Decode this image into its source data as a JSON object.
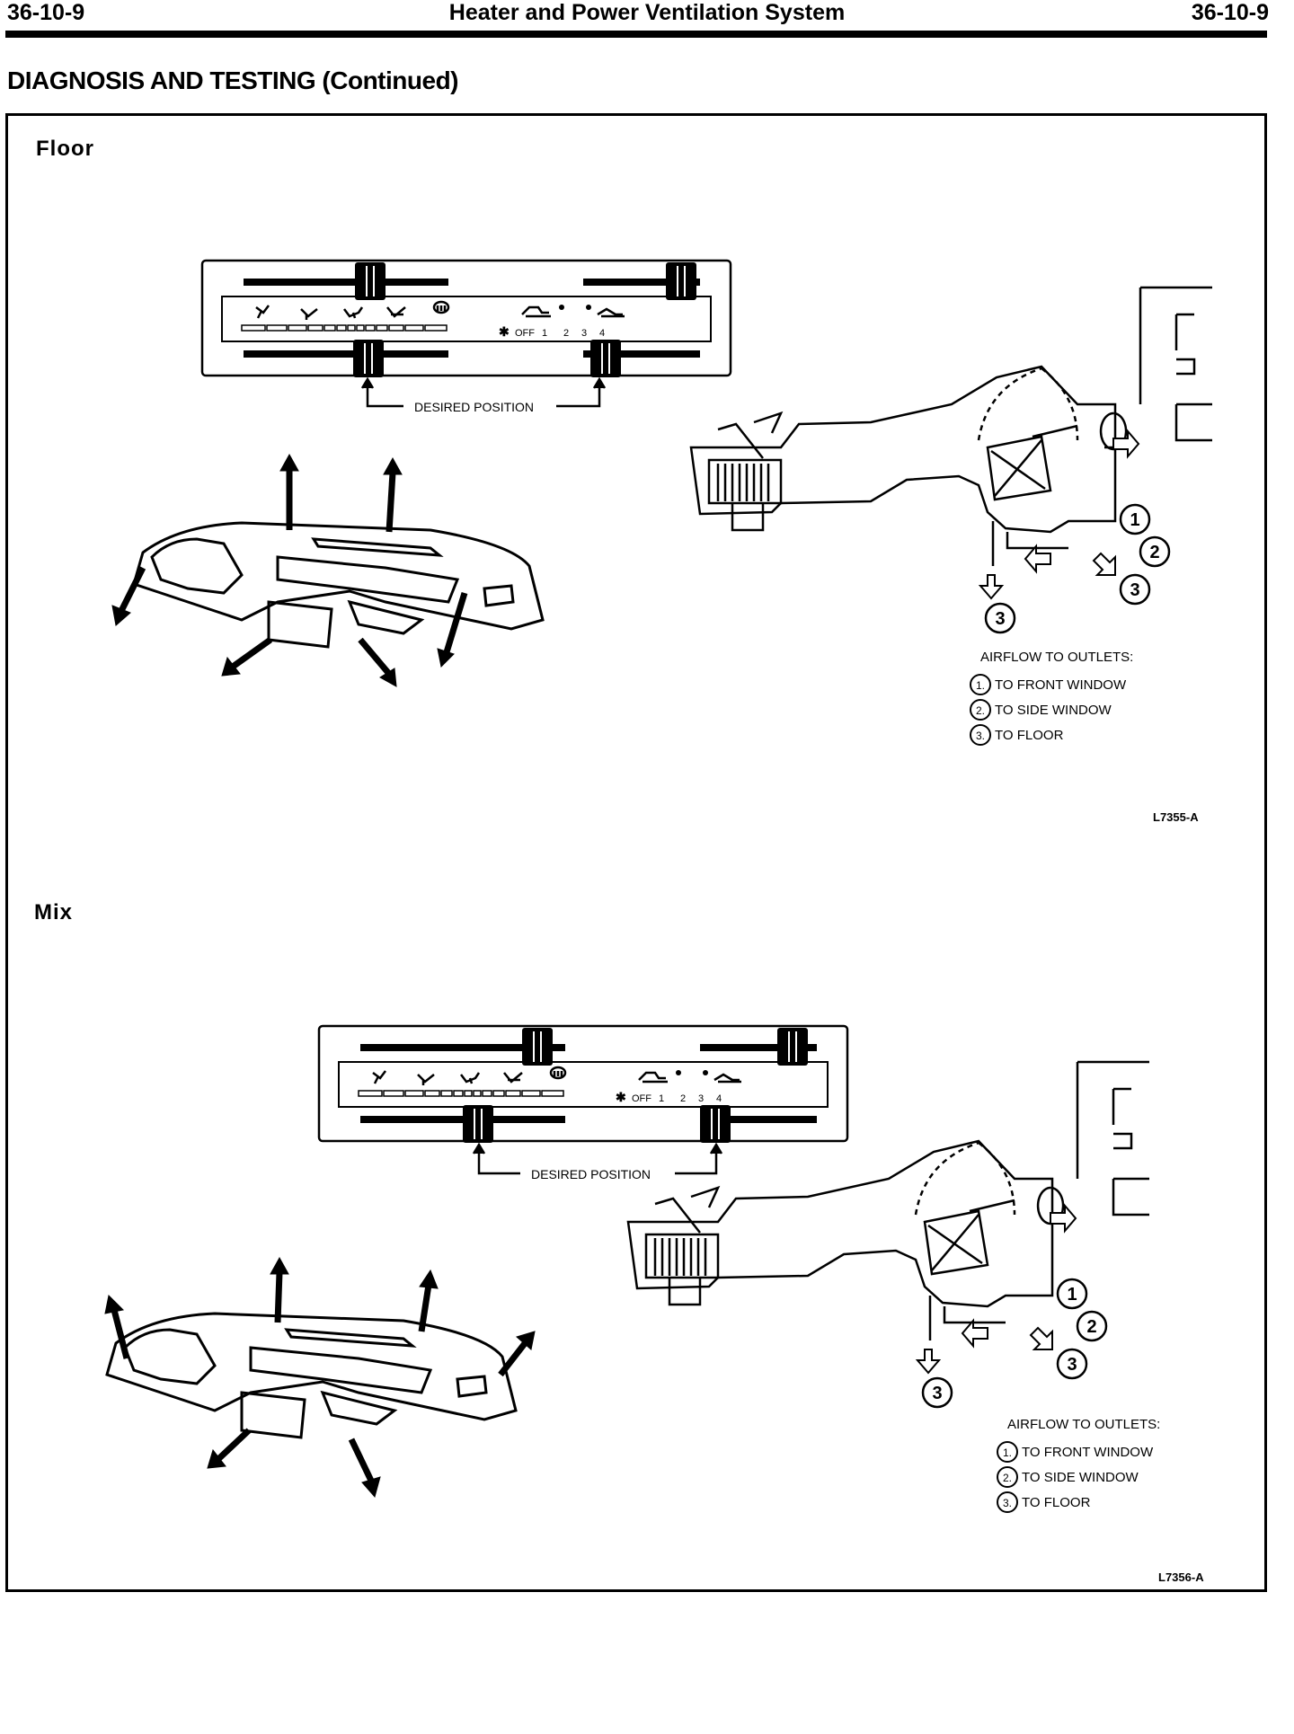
{
  "header": {
    "page_number_left": "36-10-9",
    "title": "Heater and Power Ventilation System",
    "page_number_right": "36-10-9"
  },
  "section_title": "DIAGNOSIS AND TESTING (Continued)",
  "panels": [
    {
      "label": "Floor",
      "desired_position_label": "DESIRED POSITION",
      "fan_labels": [
        "OFF",
        "1",
        "2",
        "3",
        "4"
      ],
      "airflow_title": "AIRFLOW TO OUTLETS:",
      "airflow_items": [
        {
          "num": "1.",
          "text": "TO FRONT WINDOW"
        },
        {
          "num": "2.",
          "text": "TO SIDE WINDOW"
        },
        {
          "num": "3.",
          "text": "TO  FLOOR"
        }
      ],
      "callouts": [
        "1",
        "2",
        "3",
        "3"
      ],
      "figure_code": "L7355-A"
    },
    {
      "label": "Mix",
      "desired_position_label": "DESIRED POSITION",
      "fan_labels": [
        "OFF",
        "1",
        "2",
        "3",
        "4"
      ],
      "airflow_title": "AIRFLOW TO OUTLETS:",
      "airflow_items": [
        {
          "num": "1.",
          "text": "TO FRONT WINDOW"
        },
        {
          "num": "2.",
          "text": "TO SIDE WINDOW"
        },
        {
          "num": "3.",
          "text": "TO FLOOR"
        }
      ],
      "callouts": [
        "1",
        "2",
        "3",
        "3"
      ],
      "figure_code": "L7356-A"
    }
  ]
}
